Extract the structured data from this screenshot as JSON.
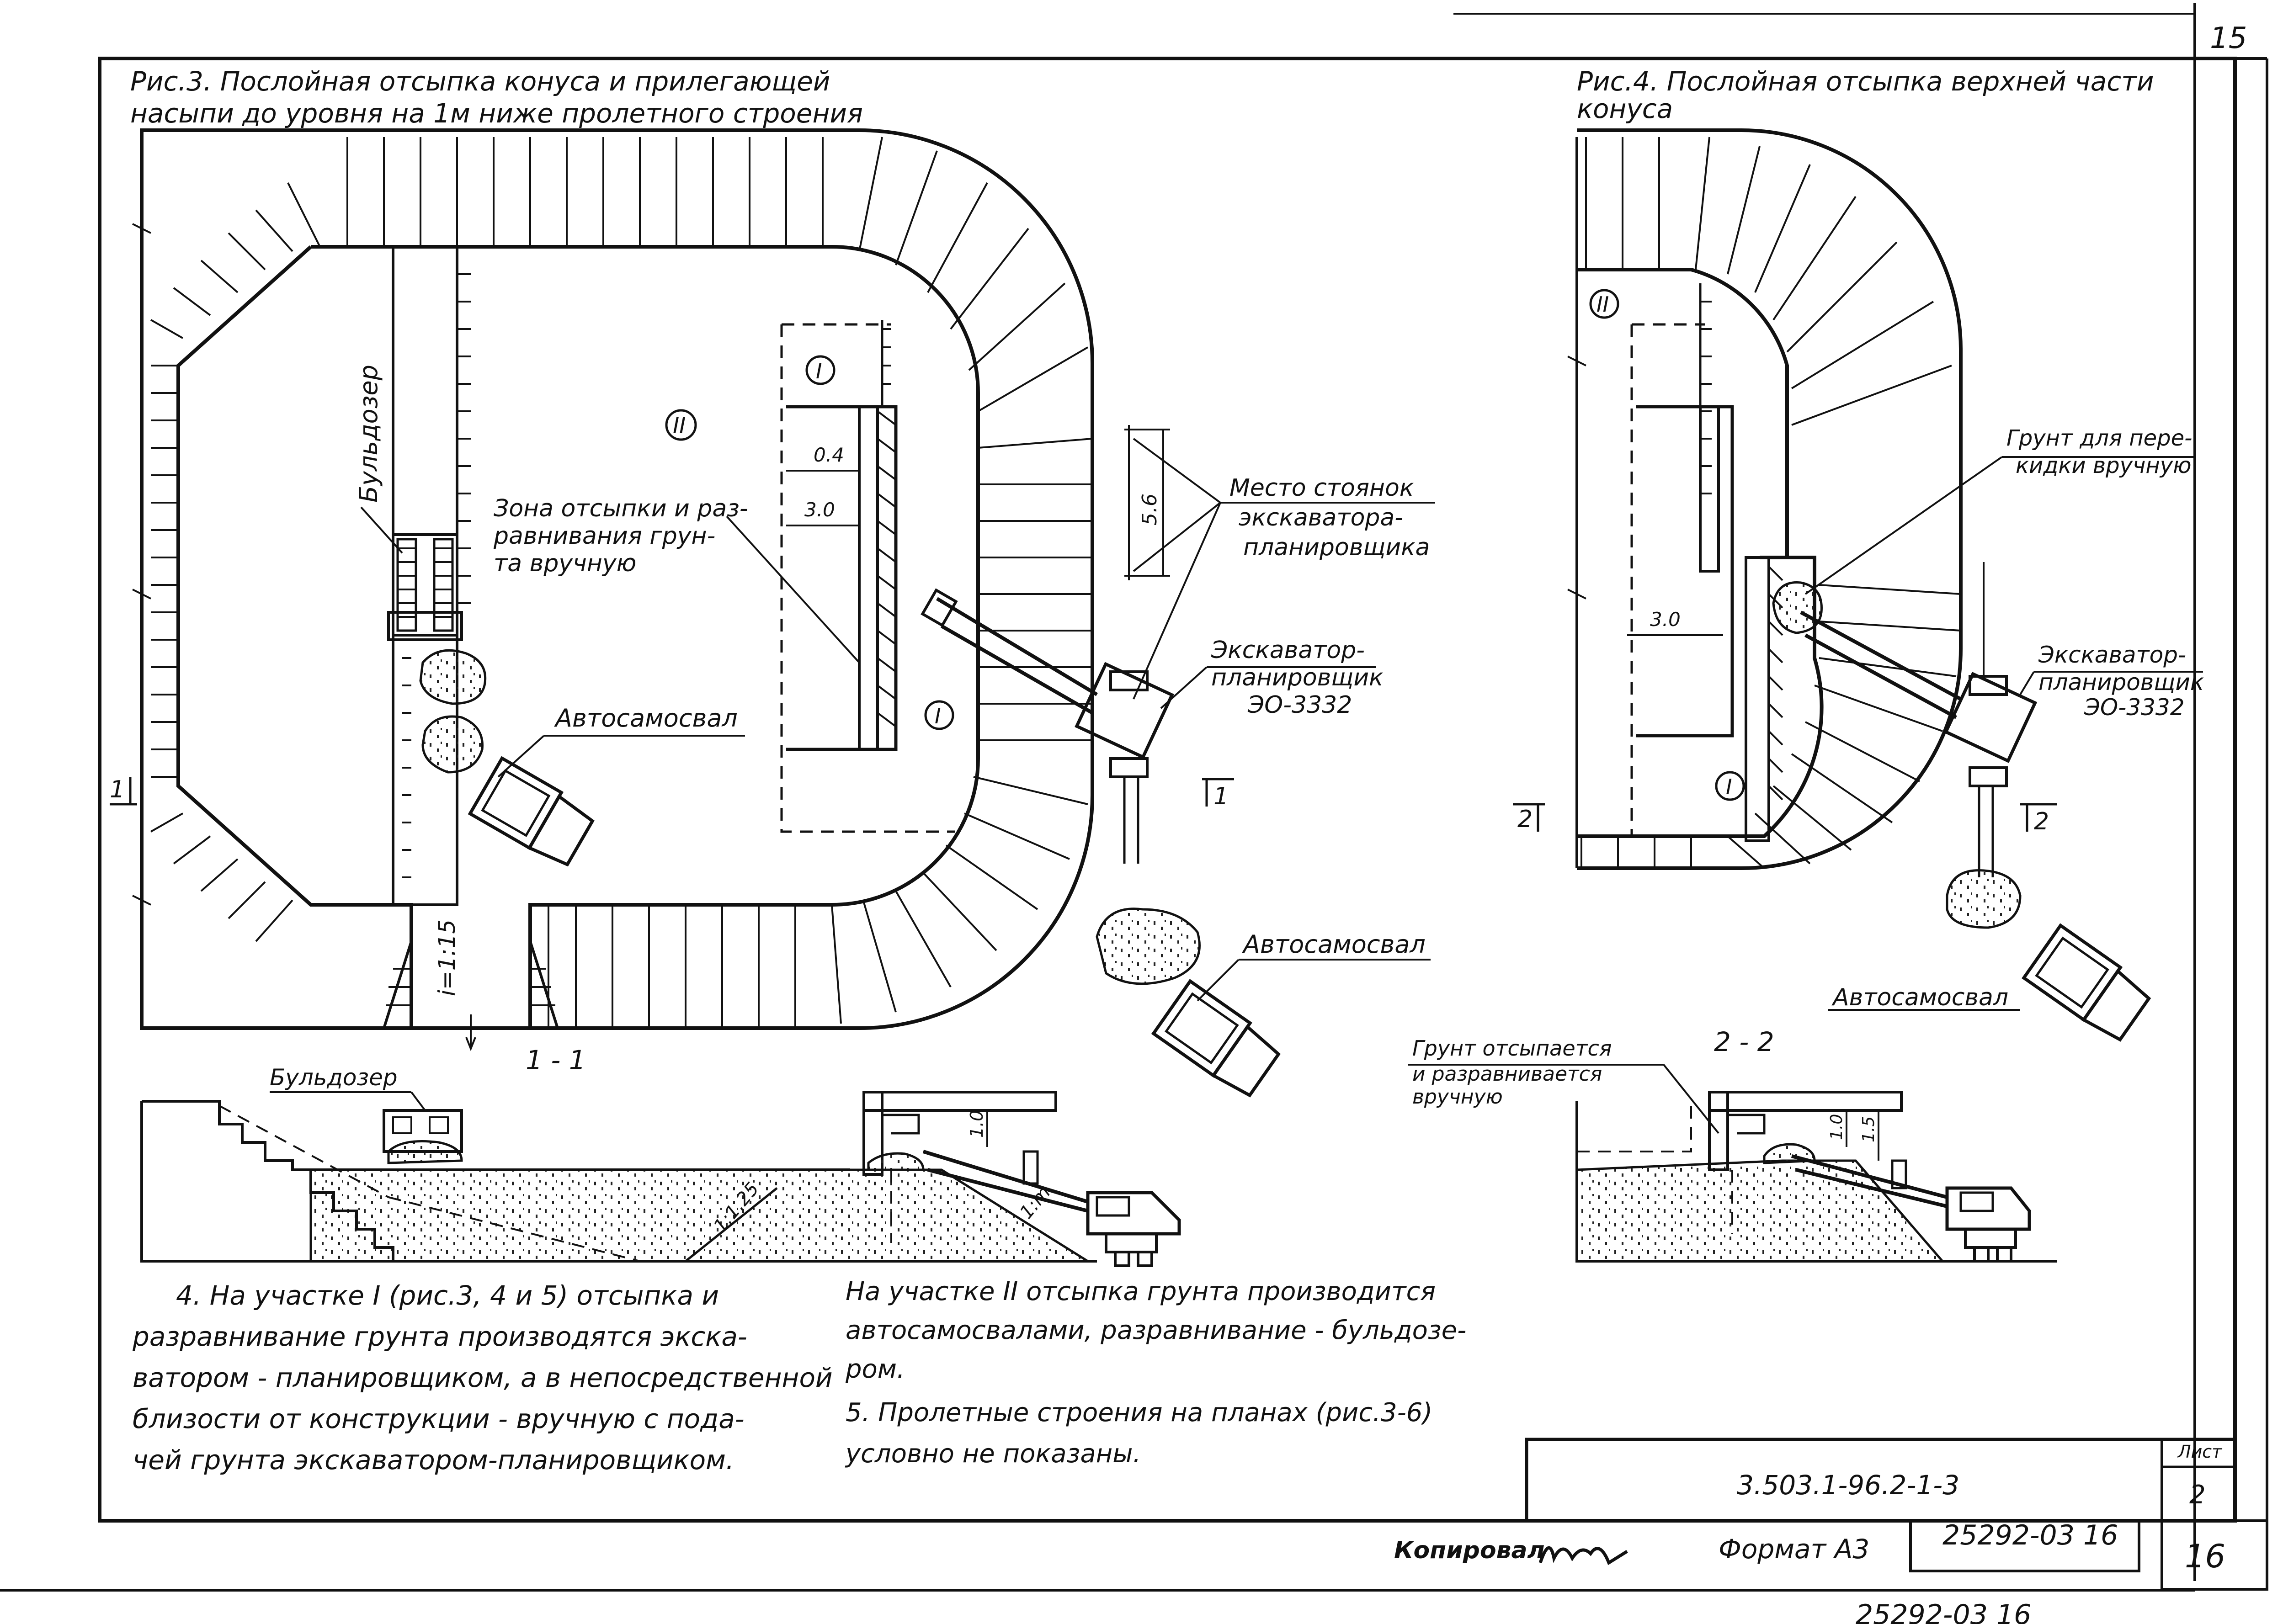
{
  "sheet": {
    "top_sheet_number": "15",
    "bottom_sheet_number": "16",
    "copied_by_label": "Копировал",
    "format_label": "Формат А3",
    "archive_number": "25292-03 16",
    "bottom_cut_text": "25292-03  16"
  },
  "fig3": {
    "title_line1": "Рис.3. Послойная отсыпка конуса и прилегающей",
    "title_line2": "насыпи до уровня на 1м ниже пролетного строения",
    "zone_label_II": "II",
    "zone_label_I_top": "I",
    "zone_label_I_right": "I",
    "bulldozer_label": "Бульдозер",
    "manual_zone_line1": "Зона отсыпки и раз-",
    "manual_zone_line2": "равнивания грун-",
    "manual_zone_line3": "та вручную",
    "dim_04": "0.4",
    "dim_30": "3.0",
    "dim_56": "5.6",
    "parking_line1": "Место стоянок",
    "parking_line2": "экскаватора-",
    "parking_line3": "планировщика",
    "excavator_line1": "Экскаватор-",
    "excavator_line2": "планировщик",
    "excavator_line3": "ЭО-3332",
    "dump_truck_label": "Автосамосвал",
    "dump_truck_label2": "Автосамосвал",
    "slope_label": "i=1:15",
    "section_mark_left": "1",
    "section_mark_right": "1"
  },
  "fig4": {
    "title_line1": "Рис.4. Послойная отсыпка верхней части",
    "title_line2": "конуса",
    "zone_label_II": "II",
    "zone_label_I": "I",
    "soil_label_line1": "Грунт для пере-",
    "soil_label_line2": "кидки вручную",
    "dim_30": "3.0",
    "excavator_line1": "Экскаватор-",
    "excavator_line2": "планировщик",
    "excavator_line3": "ЭО-3332",
    "dump_truck_label": "Автосамосвал",
    "section_mark_left": "2",
    "section_mark_right": "2"
  },
  "section11": {
    "title": "1 - 1",
    "bulldozer_label": "Бульдозер",
    "dim_10": "1.0",
    "slope_125": "1:1.25",
    "slope_m": "1:m"
  },
  "section22": {
    "title": "2 - 2",
    "soil_label_line1": "Грунт отсыпается",
    "soil_label_line2": "и разравнивается",
    "soil_label_line3": "вручную",
    "dim_10": "1.0",
    "dim_15": "1.5"
  },
  "notes": {
    "note4_line1": "4. На участке I (рис.3, 4 и 5) отсыпка и",
    "note4_line2": "разравнивание грунта производятся экска-",
    "note4_line3": "ватором - планировщиком, а в непосредственной",
    "note4_line4": "близости от конструкции - вручную с пода-",
    "note4_line5": "чей грунта экскаватором-планировщиком.",
    "noteII_line1": "На участке II отсыпка грунта производится",
    "noteII_line2": "автосамосвалами, разравнивание - бульдозе-",
    "noteII_line3": "ром.",
    "note5_line1": "5. Пролетные строения на планах (рис.3-6)",
    "note5_line2": "условно не показаны."
  },
  "title_block": {
    "designation": "3.503.1-96.2-1-3",
    "sheet_label": "Лист",
    "sheet_value": "2"
  }
}
